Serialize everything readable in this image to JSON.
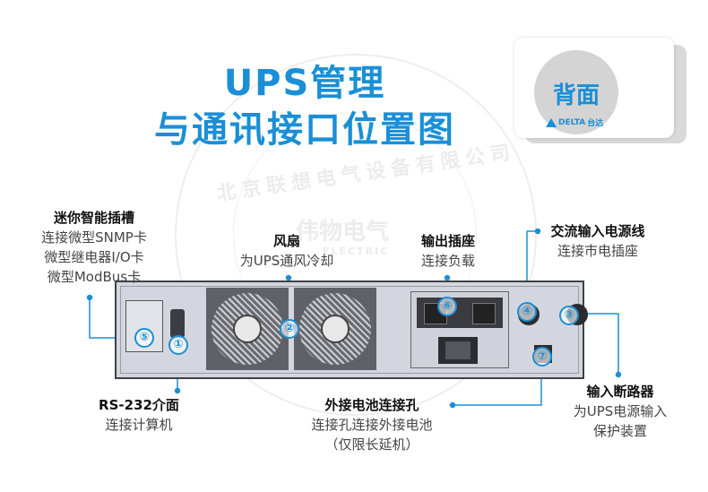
{
  "title_line1": "UPS管理",
  "title_line2": "与通讯接口位置图",
  "badge": {
    "label": "背面",
    "logo_text": "DELTA",
    "logo_cn": "台达"
  },
  "watermark": {
    "company": "北京联想电气设备有限公司",
    "center": "伟物电气",
    "sub": "ELECTRIC"
  },
  "callouts": {
    "mini_slot": {
      "title": "迷你智能插槽",
      "lines": [
        "连接微型SNMP卡",
        "微型继电器I/O卡",
        "微型ModBus卡"
      ]
    },
    "fan": {
      "title": "风扇",
      "lines": [
        "为UPS通风冷却"
      ]
    },
    "output": {
      "title": "输出插座",
      "lines": [
        "连接负载"
      ]
    },
    "ac_input": {
      "title": "交流输入电源线",
      "lines": [
        "连接市电插座"
      ]
    },
    "rs232": {
      "title": "RS-232介面",
      "lines": [
        "连接计算机"
      ]
    },
    "battery": {
      "title": "外接电池连接孔",
      "lines": [
        "连接孔连接外接电池",
        "（仅限长延机）"
      ]
    },
    "breaker": {
      "title": "输入断路器",
      "lines": [
        "为UPS电源输入",
        "保护装置"
      ]
    }
  },
  "markers": [
    "①",
    "②",
    "③",
    "④",
    "⑤",
    "⑥",
    "⑦"
  ],
  "colors": {
    "accent": "#1a8fd6",
    "device_body": "#d4d6df",
    "badge_circle": "#d4d4d4"
  }
}
